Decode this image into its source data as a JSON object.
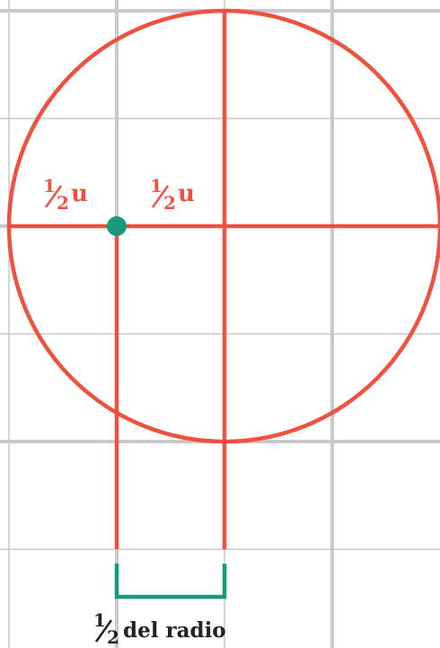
{
  "diagram": {
    "label_left": {
      "numerator": "1",
      "denominator": "2",
      "unit": "u"
    },
    "label_right": {
      "numerator": "1",
      "denominator": "2",
      "unit": "u"
    },
    "caption": {
      "numerator": "1",
      "denominator": "2",
      "text": "del radio"
    },
    "colors": {
      "circle": "#f0513f",
      "point": "#169a7a",
      "bracket": "#169a7a",
      "grid": "#c4c4c4",
      "caption": "#222222"
    }
  }
}
